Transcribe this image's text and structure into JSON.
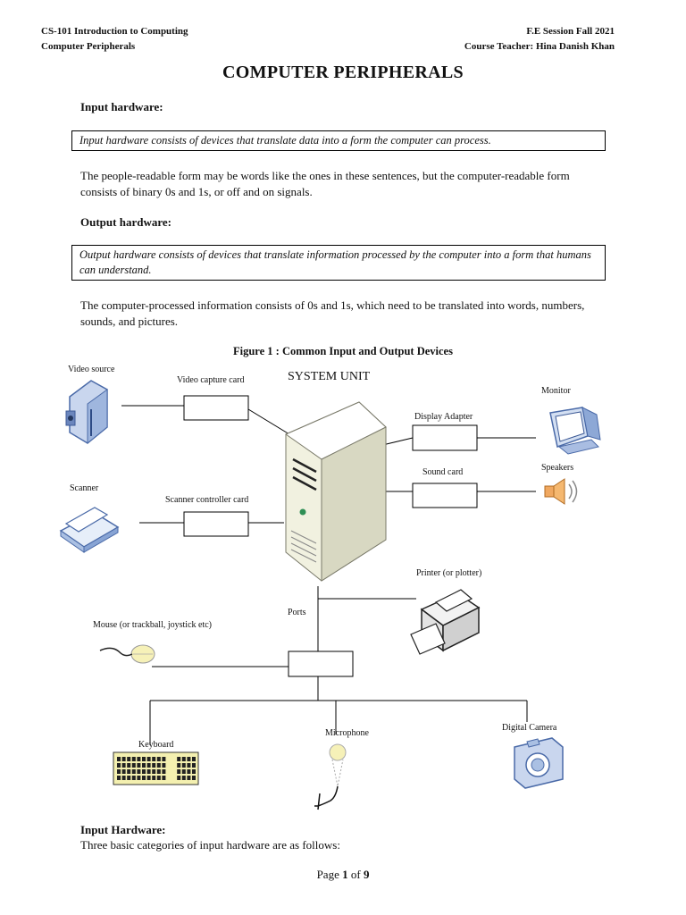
{
  "header": {
    "course": "CS-101 Introduction to Computing",
    "topic": "Computer Peripherals",
    "session": "F.E  Session Fall 2021",
    "teacher": "Course Teacher: Hina Danish Khan"
  },
  "title": "COMPUTER PERIPHERALS",
  "input_section": {
    "heading": "Input hardware:",
    "definition": "Input hardware consists of devices that translate data into a form the computer can process.",
    "paragraph": "The people-readable form may be words like the ones in these sentences, but the computer-readable form consists of binary 0s and 1s, or off and on signals."
  },
  "output_section": {
    "heading": "Output hardware:",
    "definition": "Output hardware consists of devices that translate information processed by the computer into a form that humans can understand.",
    "paragraph": "The computer-processed information consists of 0s and 1s, which need to be translated into words, numbers, sounds, and pictures."
  },
  "figure": {
    "caption": "Figure 1 : Common Input and Output Devices",
    "labels": {
      "system_unit": "SYSTEM UNIT",
      "video_source": "Video source",
      "video_capture_card": "Video capture card",
      "scanner": "Scanner",
      "scanner_controller_card": "Scanner controller card",
      "monitor": "Monitor",
      "display_adapter": "Display Adapter",
      "speakers": "Speakers",
      "sound_card": "Sound card",
      "printer": "Printer (or plotter)",
      "ports": "Ports",
      "mouse": "Mouse (or trackball, joystick etc)",
      "keyboard": "Keyboard",
      "microphone": "Microphone",
      "digital_camera": "Digital Camera"
    }
  },
  "input_hardware": {
    "heading": "Input Hardware:",
    "text": "Three basic categories of input hardware are as follows:"
  },
  "footer": {
    "page_word": "Page",
    "page_current": "1",
    "of_word": "of",
    "page_total": "9"
  }
}
